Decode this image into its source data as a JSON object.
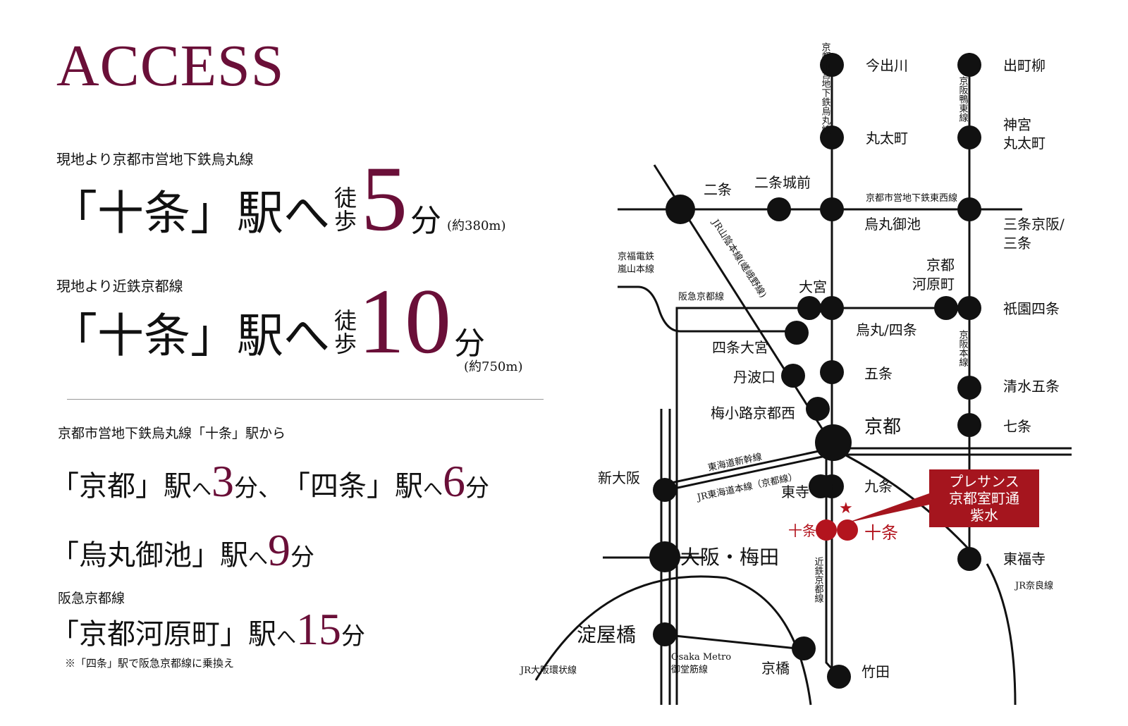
{
  "title": "ACCESS",
  "access_1": {
    "lead": "現地より京都市営地下鉄烏丸線",
    "station": "「十条」駅へ",
    "walk": [
      "徒",
      "歩"
    ],
    "minutes": "5",
    "unit": "分",
    "distance": "(約380m)"
  },
  "access_2": {
    "lead": "現地より近鉄京都線",
    "station": "「十条」駅へ",
    "walk": [
      "徒",
      "歩"
    ],
    "minutes": "10",
    "unit": "分",
    "distance": "(約750m)"
  },
  "from_line": "京都市営地下鉄烏丸線「十条」駅から",
  "routes": {
    "kyoto": {
      "label": "「京都」駅",
      "he": "へ",
      "minutes": "3",
      "unit": "分、"
    },
    "shijo": {
      "label": "「四条」駅",
      "he": "へ",
      "minutes": "6",
      "unit": "分"
    },
    "karasuma_oike": {
      "label": "「烏丸御池」駅",
      "he": "へ",
      "minutes": "9",
      "unit": "分"
    },
    "hankyu_line": "阪急京都線",
    "kawaramachi": {
      "label": "「京都河原町」駅",
      "he": "へ",
      "minutes": "15",
      "unit": "分"
    },
    "note": "※「四条」駅で阪急京都線に乗換え"
  },
  "map": {
    "stations": {
      "imadegawa": "今出川",
      "marutamachi": "丸太町",
      "karasuma_oike": "烏丸御池",
      "karasuma_shijo": "烏丸/四条",
      "gojo": "五条",
      "kyoto": "京都",
      "kujo": "九条",
      "jujo_subway": "十条",
      "takeda": "竹田",
      "demachiyanagi": "出町柳",
      "jingu1": "神宮",
      "jingu2": "丸太町",
      "sanjo1": "三条京阪/",
      "sanjo2": "三条",
      "gion_shijo": "祇園四条",
      "kiyomizu_gojo": "清水五条",
      "shichijo": "七条",
      "tofukuji": "東福寺",
      "nijo": "二条",
      "nijojo": "二条城前",
      "omiya": "大宮",
      "shijo_omiya": "四条大宮",
      "tambaguchi": "丹波口",
      "umekoji": "梅小路京都西",
      "kawara1": "京都",
      "kawara2": "河原町",
      "toji": "東寺",
      "jujo_kintetsu": "十条",
      "shin_osaka": "新大阪",
      "osaka_umeda": "大阪・梅田",
      "yodoyabashi": "淀屋橋",
      "kyobashi": "京橋"
    },
    "lines": {
      "karasuma": "京都市営地下鉄烏丸線",
      "keihan_oto": "京阪鴨東線",
      "tozai": "京都市営地下鉄東西線",
      "jr_sanin": "JR山陰本線(嵯峨野線)",
      "randen": [
        "京福電鉄",
        "嵐山本線"
      ],
      "hankyu": "阪急京都線",
      "keihan": "京阪本線",
      "shinkansen": "東海道新幹線",
      "jr_tokaido": "JR東海道本線（京都線）",
      "kintetsu": "近鉄京都線",
      "jr_nara": "JR奈良線",
      "jr_loop": "JR大阪環状線",
      "metro": [
        "Osaka Metro",
        "御堂筋線"
      ]
    },
    "property": [
      "プレサンス",
      "京都室町通",
      "紫水"
    ],
    "colors": {
      "accent": "#6a0f38",
      "station": "#111111",
      "property": "#a5151e",
      "property_dot": "#b3141e"
    }
  }
}
